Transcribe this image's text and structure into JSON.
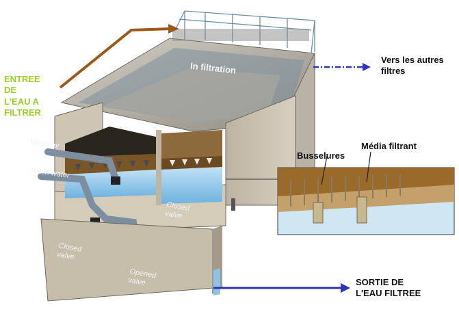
{
  "labels": {
    "inlet": [
      "ENTREE",
      "DE",
      "L'EAU A",
      "FILTRER"
    ],
    "other_filters": [
      "Vers les autres",
      "filtres"
    ],
    "in_filtration": "In filtration",
    "nozzles": "Busselures",
    "filter_media": "Média filtrant",
    "wash_air": "Wash air",
    "wash_water": "Wash water",
    "closed_valve_right": [
      "Closed",
      "valve"
    ],
    "closed_valve_left": [
      "Closed",
      "valve"
    ],
    "opened_valve": [
      "Opened",
      "valve"
    ],
    "outlet": [
      "SORTIE DE",
      "L'EAU FILTREE"
    ]
  },
  "colors": {
    "inlet_text": "#9acd2a",
    "inlet_arrow": "#9a5a1a",
    "blue_arrow": "#2f35b8",
    "water": "#8ec3e6",
    "concrete": "#c9bfae",
    "media": "#8a5a25"
  }
}
